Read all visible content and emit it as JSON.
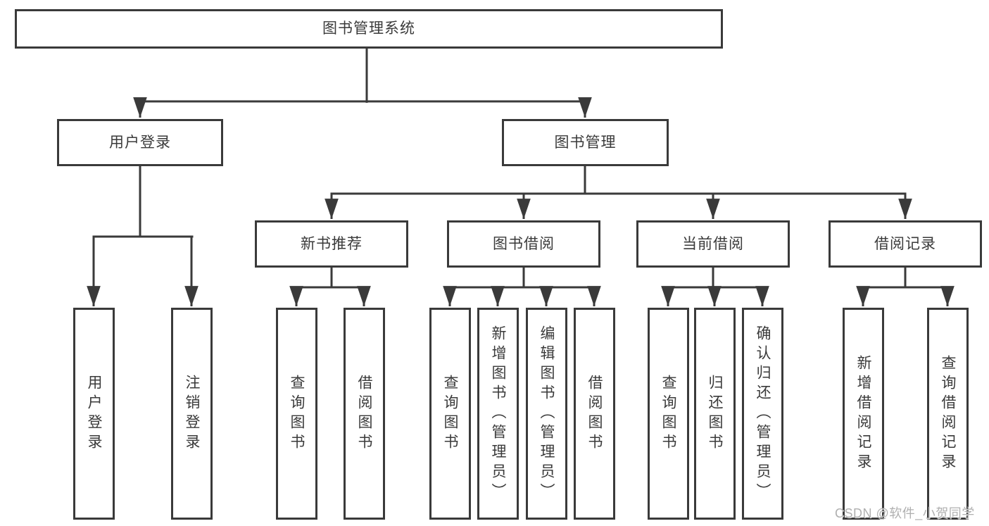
{
  "diagram": {
    "type": "hierarchy-tree",
    "colors": {
      "line": "#3a3a3a",
      "text": "#3a3a3a",
      "box_fill": "#ffffff",
      "watermark": "#b0b0b0",
      "background": "#ffffff"
    },
    "nodes": {
      "root": {
        "label": "图书管理系统"
      },
      "user_login": {
        "label": "用户登录"
      },
      "book_mgmt": {
        "label": "图书管理"
      },
      "new_book_rec": {
        "label": "新书推荐"
      },
      "book_borrow": {
        "label": "图书借阅"
      },
      "current_borrow": {
        "label": "当前借阅"
      },
      "borrow_records": {
        "label": "借阅记录"
      },
      "leaf_user_login": {
        "label": "用户登录"
      },
      "leaf_logout": {
        "label": "注销登录"
      },
      "leaf_rec_query": {
        "label": "查询图书"
      },
      "leaf_rec_borrow": {
        "label": "借阅图书"
      },
      "leaf_bb_query": {
        "label": "查询图书"
      },
      "leaf_bb_add": {
        "label": "新增图书（管理员）"
      },
      "leaf_bb_edit": {
        "label": "编辑图书（管理员）"
      },
      "leaf_bb_borrow": {
        "label": "借阅图书"
      },
      "leaf_cb_query": {
        "label": "查询图书"
      },
      "leaf_cb_return": {
        "label": "归还图书"
      },
      "leaf_cb_confirm": {
        "label": "确认归还（管理员）"
      },
      "leaf_br_add": {
        "label": "新增借阅记录"
      },
      "leaf_br_query": {
        "label": "查询借阅记录"
      }
    },
    "hierarchy": {
      "图书管理系统": {
        "用户登录": [
          "用户登录",
          "注销登录"
        ],
        "图书管理": {
          "新书推荐": [
            "查询图书",
            "借阅图书"
          ],
          "图书借阅": [
            "查询图书",
            "新增图书（管理员）",
            "编辑图书（管理员）",
            "借阅图书"
          ],
          "当前借阅": [
            "查询图书",
            "归还图书",
            "确认归还（管理员）"
          ],
          "借阅记录": [
            "新增借阅记录",
            "查询借阅记录"
          ]
        }
      }
    },
    "watermark": {
      "text": "CSDN @软件_小贺同学"
    }
  }
}
